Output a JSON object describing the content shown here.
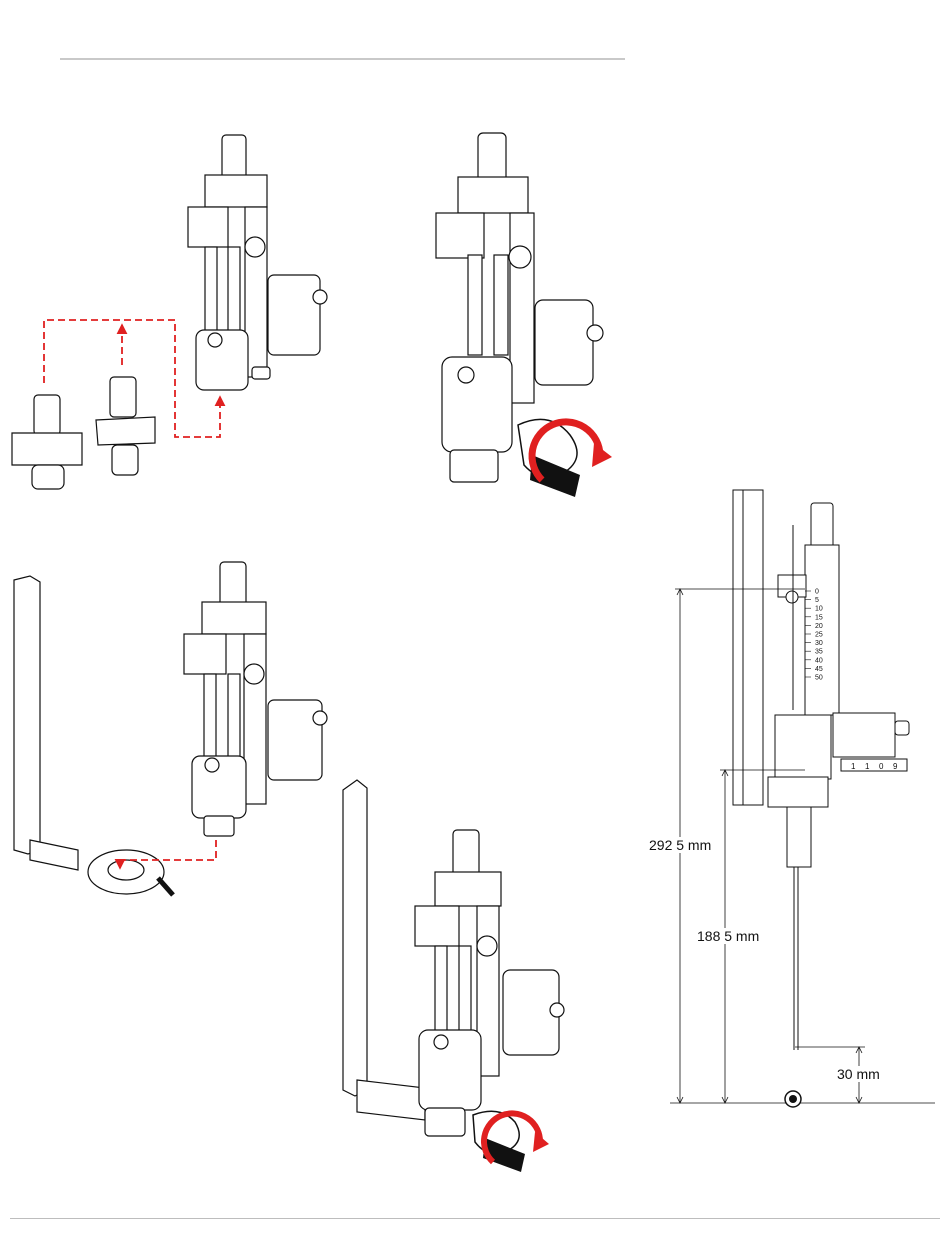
{
  "colors": {
    "arrow": "#e02020",
    "line": "#111111",
    "rule": "#c9c9c9"
  },
  "dimensions": {
    "total_height": "292 5 mm",
    "column_height": "188 5 mm",
    "tip_clearance": "30 mm"
  },
  "micrometer_scale": [
    "0",
    "5",
    "10",
    "15",
    "20",
    "25",
    "30",
    "35",
    "40",
    "45",
    "50"
  ],
  "vernier_digits": [
    "1",
    "1",
    "0",
    "9"
  ]
}
